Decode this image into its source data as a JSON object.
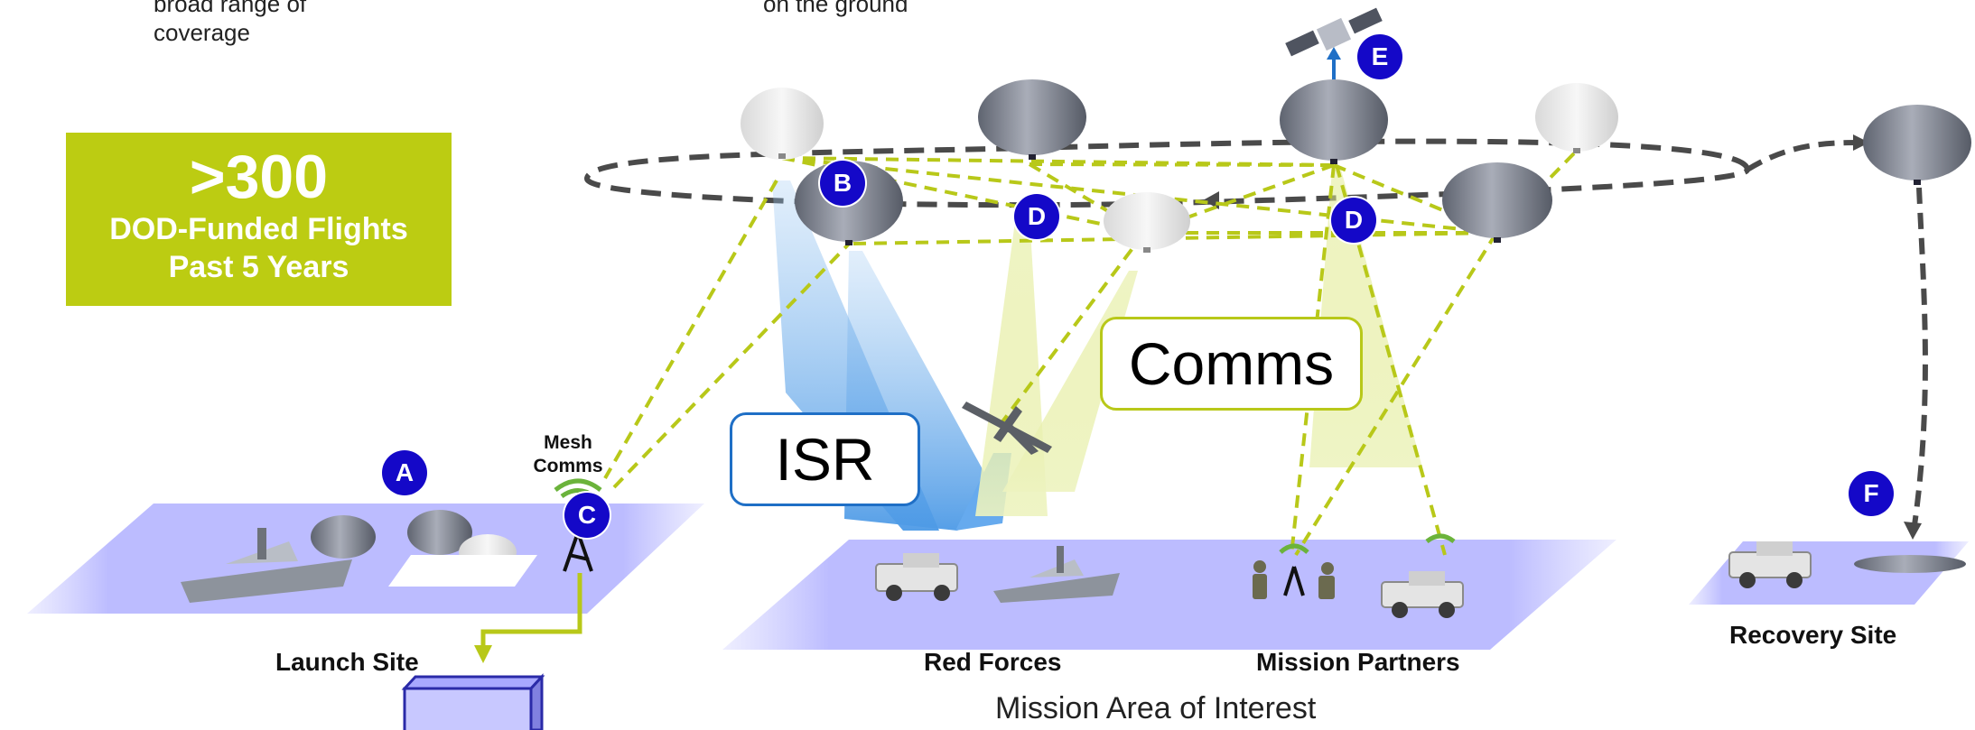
{
  "notes": {
    "left_top": [
      "broad range of",
      "coverage"
    ],
    "center_top": "on the ground"
  },
  "stat": {
    "number": ">300",
    "line1": "DOD-Funded Flights",
    "line2": "Past 5 Years",
    "color": "#bccc12"
  },
  "badges": [
    "A",
    "B",
    "C",
    "D",
    "D",
    "E",
    "F"
  ],
  "callouts": {
    "isr": "ISR",
    "comms": "Comms"
  },
  "mesh_label": [
    "Mesh",
    "Comms"
  ],
  "sites": {
    "launch": "Launch Site",
    "red_forces": "Red Forces",
    "mission_partners": "Mission Partners",
    "recovery": "Recovery Site"
  },
  "area_title": "Mission Area of Interest",
  "colors": {
    "badge": "#1408c8",
    "dashed_link": "#b8c819",
    "orbit": "#4a4a4a",
    "ground_pad": "#c3c3ff",
    "isr_beam": "#7ab8f0",
    "comms_beam": "#e8f0a8"
  }
}
